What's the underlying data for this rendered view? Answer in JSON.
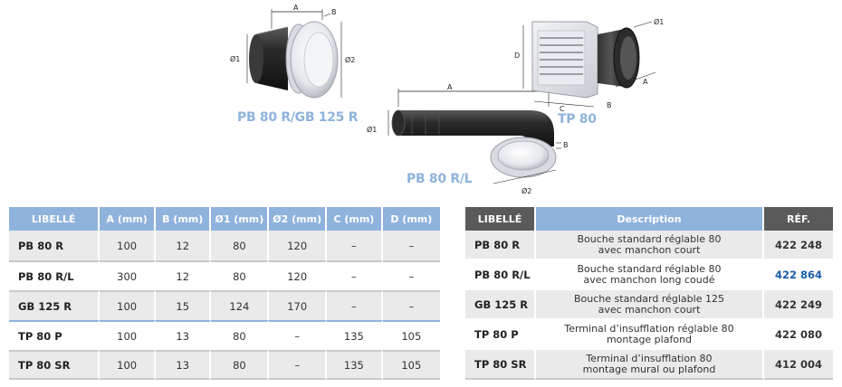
{
  "captions": {
    "pb_gb": "PB 80 R/GB 125 R",
    "tp": "TP 80",
    "pbrl": "PB 80 R/L"
  },
  "dim_labels": {
    "a": "A",
    "b": "B",
    "c": "C",
    "d": "D",
    "o1": "Ø1",
    "o2": "Ø2"
  },
  "dimensions_table": {
    "headers": [
      "LIBELLÉ",
      "A (mm)",
      "B (mm)",
      "Ø1 (mm)",
      "Ø2 (mm)",
      "C (mm)",
      "D (mm)"
    ],
    "rows": [
      [
        "PB 80 R",
        "100",
        "12",
        "80",
        "120",
        "–",
        "–"
      ],
      [
        "PB 80 R/L",
        "300",
        "12",
        "80",
        "120",
        "–",
        "–"
      ],
      [
        "GB 125 R",
        "100",
        "15",
        "124",
        "170",
        "–",
        "–"
      ],
      [
        "TP 80 P",
        "100",
        "13",
        "80",
        "–",
        "135",
        "105"
      ],
      [
        "TP 80 SR",
        "100",
        "13",
        "80",
        "–",
        "135",
        "105"
      ]
    ]
  },
  "references_table": {
    "headers": [
      "LIBELLÉ",
      "Description",
      "RÉF."
    ],
    "rows": [
      {
        "label": "PB 80 R",
        "desc1": "Bouche standard réglable 80",
        "desc2": "avec manchon court",
        "ref": "422 248"
      },
      {
        "label": "PB 80 R/L",
        "desc1": "Bouche standard réglable 80",
        "desc2": "avec manchon long coudé",
        "ref": "422 864"
      },
      {
        "label": "GB 125 R",
        "desc1": "Bouche standard réglable 125",
        "desc2": "avec manchon court",
        "ref": "422 249"
      },
      {
        "label": "TP 80 P",
        "desc1": "Terminal d’insufflation réglable 80",
        "desc2": "montage plafond",
        "ref": "422 080"
      },
      {
        "label": "TP 80 SR",
        "desc1": "Terminal d’insufflation 80",
        "desc2": "montage mural ou plafond",
        "ref": "412 004"
      }
    ]
  },
  "colors": {
    "accent_blue": "#8fb3dc",
    "dark_header": "#5a5a5a",
    "highlight_ref": "#1a5ea8",
    "row_alt": "#eaeaea"
  }
}
